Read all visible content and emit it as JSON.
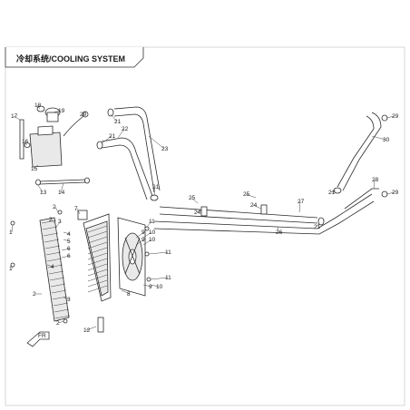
{
  "diagram": {
    "title": "冷却系统/COOLING SYSTEM",
    "direction_mark": "FR"
  },
  "callouts": [
    {
      "id": "c17",
      "text": "17"
    },
    {
      "id": "c18",
      "text": "18"
    },
    {
      "id": "c19",
      "text": "19"
    },
    {
      "id": "c20",
      "text": "20"
    },
    {
      "id": "c16",
      "text": "16"
    },
    {
      "id": "c15",
      "text": "15"
    },
    {
      "id": "c21a",
      "text": "21"
    },
    {
      "id": "c22",
      "text": "22"
    },
    {
      "id": "c21b",
      "text": "21"
    },
    {
      "id": "c23",
      "text": "23"
    },
    {
      "id": "c29a",
      "text": "29"
    },
    {
      "id": "c30",
      "text": "30"
    },
    {
      "id": "c13",
      "text": "13"
    },
    {
      "id": "c14",
      "text": "14"
    },
    {
      "id": "c7",
      "text": "7"
    },
    {
      "id": "c2a",
      "text": "2"
    },
    {
      "id": "c2b",
      "text": "2"
    },
    {
      "id": "c3a",
      "text": "3"
    },
    {
      "id": "c4a",
      "text": "4"
    },
    {
      "id": "c5",
      "text": "5"
    },
    {
      "id": "c6a",
      "text": "6"
    },
    {
      "id": "c6b",
      "text": "6"
    },
    {
      "id": "c1a",
      "text": "1"
    },
    {
      "id": "c1b",
      "text": "1"
    },
    {
      "id": "c4b",
      "text": "4"
    },
    {
      "id": "c2c",
      "text": "2"
    },
    {
      "id": "c3b",
      "text": "3"
    },
    {
      "id": "c2d",
      "text": "2"
    },
    {
      "id": "c11",
      "text": "11"
    },
    {
      "id": "c9a",
      "text": "9"
    },
    {
      "id": "c10a",
      "text": "10"
    },
    {
      "id": "c9b",
      "text": "9"
    },
    {
      "id": "c10b",
      "text": "10"
    },
    {
      "id": "c11b",
      "text": "11"
    },
    {
      "id": "c8",
      "text": "8"
    },
    {
      "id": "c11c",
      "text": "11"
    },
    {
      "id": "c9c",
      "text": "9"
    },
    {
      "id": "c10c",
      "text": "10"
    },
    {
      "id": "c12",
      "text": "12"
    },
    {
      "id": "c25a",
      "text": "25"
    },
    {
      "id": "c24a",
      "text": "24"
    },
    {
      "id": "c25b",
      "text": "25"
    },
    {
      "id": "c24b",
      "text": "24"
    },
    {
      "id": "c27",
      "text": "27"
    },
    {
      "id": "c26",
      "text": "26"
    },
    {
      "id": "c21c",
      "text": "21"
    },
    {
      "id": "c21d",
      "text": "21"
    },
    {
      "id": "c28",
      "text": "28"
    },
    {
      "id": "c29b",
      "text": "29"
    },
    {
      "id": "c21e",
      "text": "21"
    }
  ]
}
